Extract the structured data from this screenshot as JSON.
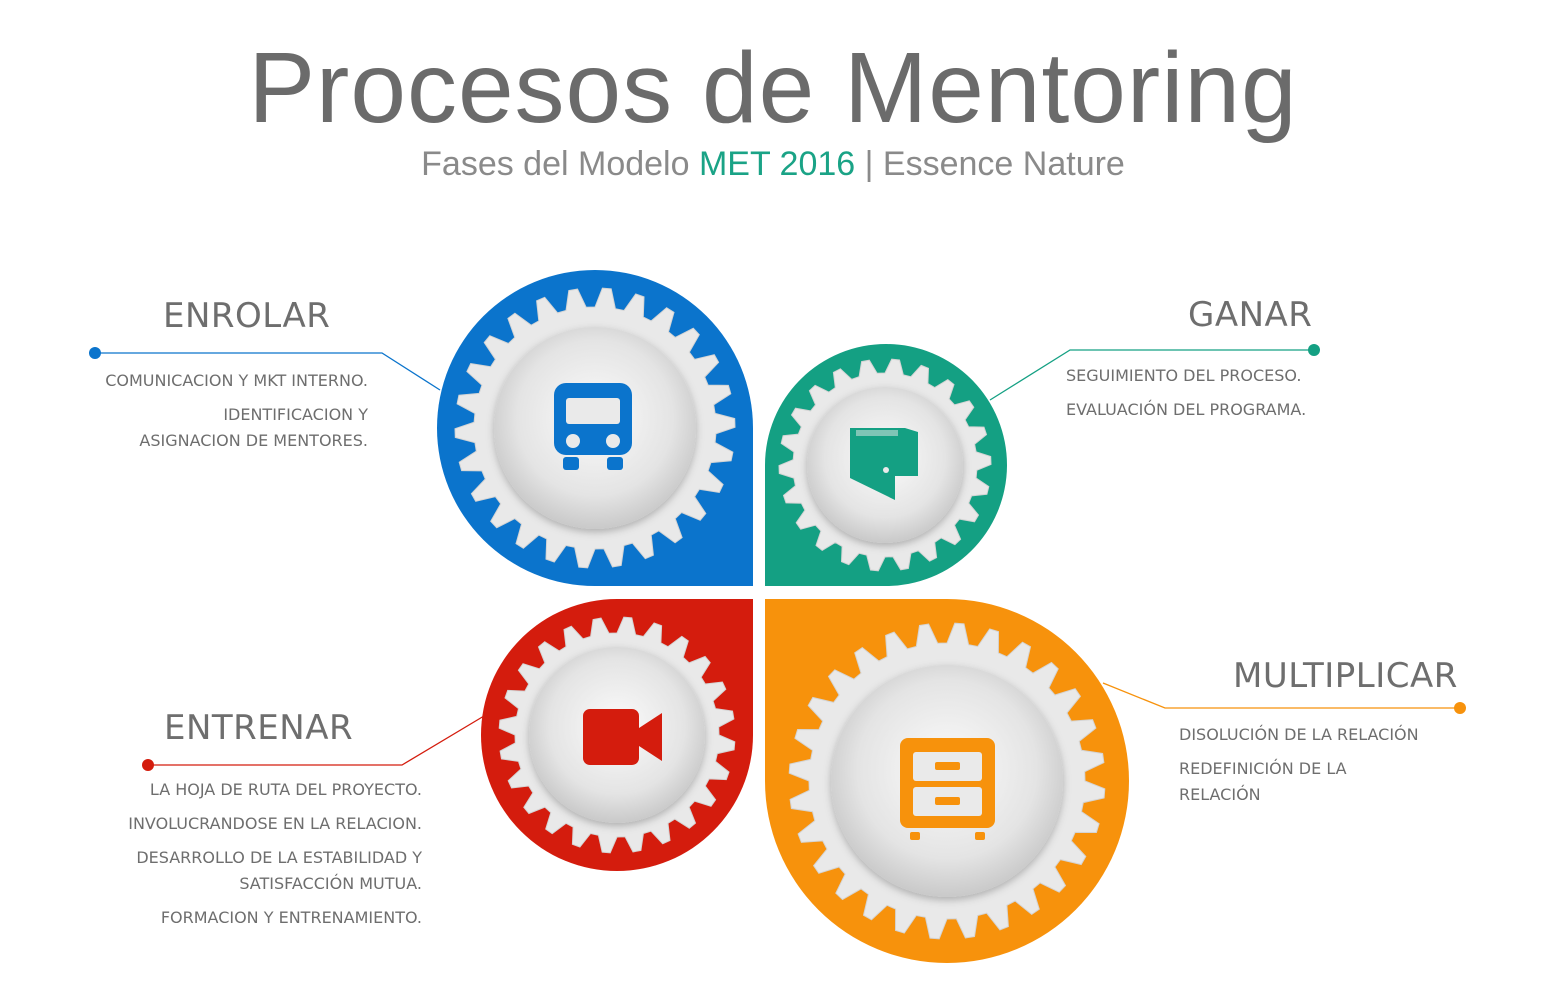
{
  "title": "Procesos de Mentoring",
  "subtitle": {
    "prefix": "Fases del Modelo ",
    "accent": "MET 2016",
    "suffix": " | Essence Nature"
  },
  "colors": {
    "enrolar": "#0b74cc",
    "ganar": "#14a083",
    "entrenar": "#d41c0d",
    "multiplicar": "#f7920c",
    "text": "#6e6e6e"
  },
  "phases": {
    "enrolar": {
      "label": "ENROLAR",
      "icon": "truck-icon",
      "items": [
        "COMUNICACION Y MKT INTERNO.",
        "IDENTIFICACION Y\nASIGNACION DE MENTORES."
      ]
    },
    "ganar": {
      "label": "GANAR",
      "icon": "wallet-icon",
      "items": [
        "SEGUIMIENTO DEL PROCESO.",
        "EVALUACIÓN DEL PROGRAMA."
      ]
    },
    "entrenar": {
      "label": "ENTRENAR",
      "icon": "video-camera-icon",
      "items": [
        "LA HOJA DE RUTA DEL PROYECTO.",
        "INVOLUCRANDOSE EN LA RELACION.",
        "DESARROLLO DE LA ESTABILIDAD  Y\nSATISFACCIÓN MUTUA.",
        "FORMACION Y ENTRENAMIENTO."
      ]
    },
    "multiplicar": {
      "label": "MULTIPLICAR",
      "icon": "file-cabinet-icon",
      "items": [
        "DISOLUCIÓN DE LA RELACIÓN",
        "REDEFINICIÓN DE LA\nRELACIÓN"
      ]
    }
  }
}
